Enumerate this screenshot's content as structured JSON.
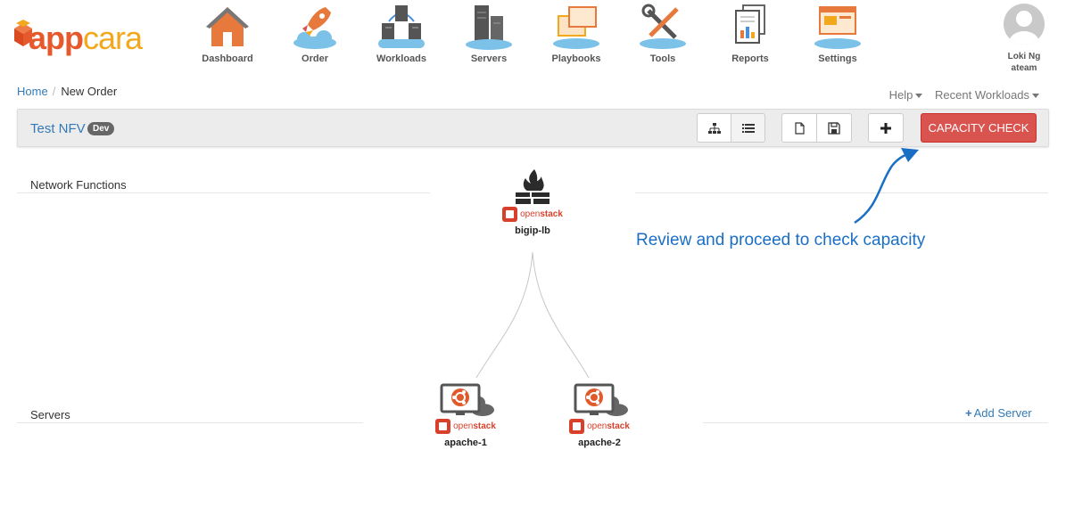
{
  "brand": {
    "logo_app": "app",
    "logo_cara": "cara",
    "primary_color": "#e5592c",
    "secondary_color": "#f2a81d"
  },
  "nav": {
    "items": [
      {
        "label": "Dashboard",
        "icon": "house-icon"
      },
      {
        "label": "Order",
        "icon": "rocket-cloud-icon"
      },
      {
        "label": "Workloads",
        "icon": "workloads-servers-icon"
      },
      {
        "label": "Servers",
        "icon": "server-tower-icon"
      },
      {
        "label": "Playbooks",
        "icon": "playbooks-windows-icon"
      },
      {
        "label": "Tools",
        "icon": "tools-wrench-screwdriver-icon"
      },
      {
        "label": "Reports",
        "icon": "reports-document-icon"
      },
      {
        "label": "Settings",
        "icon": "settings-window-icon"
      }
    ]
  },
  "user": {
    "name": "Loki Ng",
    "team": "ateam"
  },
  "breadcrumb": {
    "home": "Home",
    "current": "New Order"
  },
  "top_links": {
    "help": "Help",
    "recent": "Recent Workloads"
  },
  "order": {
    "name": "Test NFV",
    "env_badge": "Dev",
    "capacity_button": "CAPACITY CHECK",
    "capacity_color": "#d9534f"
  },
  "canvas": {
    "network_functions_label": "Network Functions",
    "servers_label": "Servers",
    "hint": "Review and proceed to check capacity",
    "add_server": "Add Server",
    "platform_prefix": "open",
    "platform_suffix": "stack",
    "nodes": [
      {
        "name": "bigip-lb",
        "type": "firewall"
      },
      {
        "name": "apache-1",
        "type": "ubuntu-server"
      },
      {
        "name": "apache-2",
        "type": "ubuntu-server"
      }
    ]
  }
}
